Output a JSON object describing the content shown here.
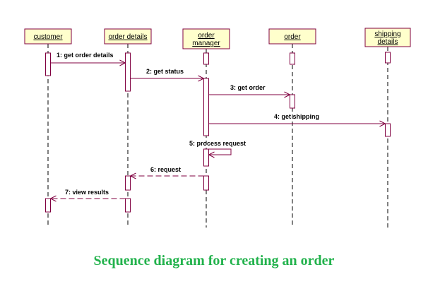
{
  "objects": [
    {
      "id": "customer",
      "lines": [
        "customer"
      ]
    },
    {
      "id": "order-details",
      "lines": [
        "order details"
      ]
    },
    {
      "id": "order-manager",
      "lines": [
        "order",
        "manager"
      ]
    },
    {
      "id": "order",
      "lines": [
        "order"
      ]
    },
    {
      "id": "shipping-details",
      "lines": [
        "shipping",
        "details"
      ]
    }
  ],
  "messages": [
    {
      "label": "1: get order details",
      "from": "customer",
      "to": "order-details",
      "style": "solid"
    },
    {
      "label": "2: get status",
      "from": "order-details",
      "to": "order-manager",
      "style": "solid"
    },
    {
      "label": "3: get order",
      "from": "order-manager",
      "to": "order",
      "style": "solid"
    },
    {
      "label": "4: get shipping",
      "from": "order-manager",
      "to": "shipping-details",
      "style": "solid"
    },
    {
      "label": "5: process request",
      "from": "order-manager",
      "to": "order-manager",
      "style": "self"
    },
    {
      "label": "6: request",
      "from": "order-manager",
      "to": "order-details",
      "style": "dashed"
    },
    {
      "label": "7: view results",
      "from": "order-details",
      "to": "customer",
      "style": "dashed"
    }
  ],
  "caption": "Sequence diagram for creating an order",
  "colors": {
    "box_fill": "#ffffcc",
    "box_stroke": "#800040",
    "arrow": "#800040",
    "caption": "#22b24c"
  }
}
